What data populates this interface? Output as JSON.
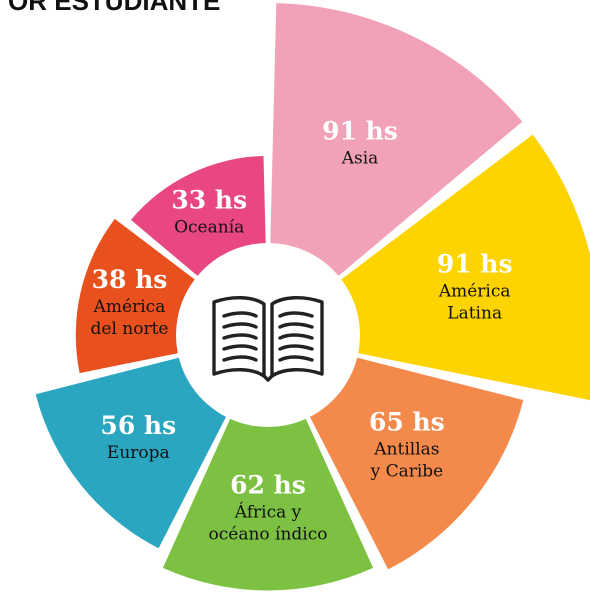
{
  "header": {
    "title": "OR ESTUDIANTE"
  },
  "center": {
    "icon": "open-book-icon"
  },
  "chart_data": {
    "type": "pie",
    "title": "OR ESTUDIANTE",
    "unit": "hs",
    "categories": [
      "Asia",
      "América Latina",
      "Antillas y Caribe",
      "África y océano índico",
      "Europa",
      "América del norte",
      "Oceanía"
    ],
    "values": [
      91,
      91,
      65,
      62,
      56,
      38,
      33
    ],
    "colors": [
      "#F1A2B8",
      "#FDD300",
      "#F3894B",
      "#7DC142",
      "#2BA6C0",
      "#E8501E",
      "#E94782"
    ],
    "slices": [
      {
        "value": 91,
        "value_label": "91 hs",
        "label_lines": [
          "Asia"
        ],
        "color": "#F1A2B8"
      },
      {
        "value": 91,
        "value_label": "91 hs",
        "label_lines": [
          "América",
          "Latina"
        ],
        "color": "#FDD300"
      },
      {
        "value": 65,
        "value_label": "65 hs",
        "label_lines": [
          "Antillas",
          "y Caribe"
        ],
        "color": "#F3894B"
      },
      {
        "value": 62,
        "value_label": "62 hs",
        "label_lines": [
          "África y",
          "océano índico"
        ],
        "color": "#7DC142"
      },
      {
        "value": 56,
        "value_label": "56 hs",
        "label_lines": [
          "Europa"
        ],
        "color": "#2BA6C0"
      },
      {
        "value": 38,
        "value_label": "38 hs",
        "label_lines": [
          "América",
          "del norte"
        ],
        "color": "#E8501E"
      },
      {
        "value": 33,
        "value_label": "33 hs",
        "label_lines": [
          "Oceanía"
        ],
        "color": "#E94782"
      }
    ]
  }
}
